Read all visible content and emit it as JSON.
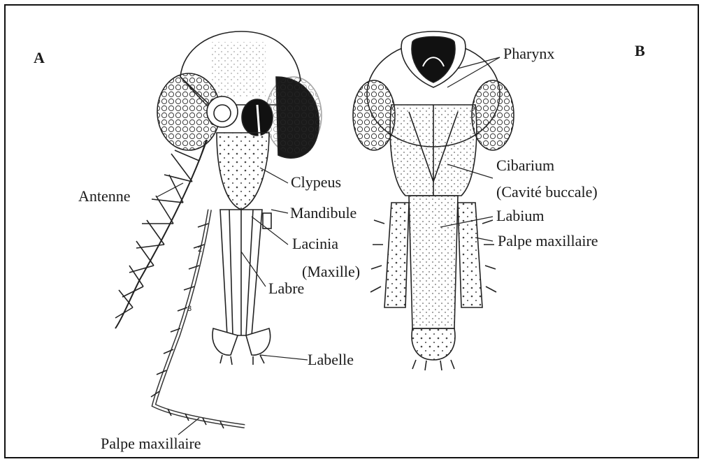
{
  "panels": {
    "a": "A",
    "b": "B"
  },
  "labels_a": {
    "antenne": "Antenne",
    "clypeus": "Clypeus",
    "mandibule": "Mandibule",
    "lacinia": "Lacinia",
    "maxille": "(Maxille)",
    "labre": "Labre",
    "labelle": "Labelle",
    "palpe_maxillaire": "Palpe maxillaire"
  },
  "labels_b": {
    "pharynx": "Pharynx",
    "cibarium": "Cibarium",
    "cavite_buccale": "(Cavité buccale)",
    "labium": "Labium",
    "palpe_maxillaire": "Palpe maxillaire"
  },
  "colors": {
    "ink": "#1a1a1a",
    "background": "#ffffff"
  }
}
